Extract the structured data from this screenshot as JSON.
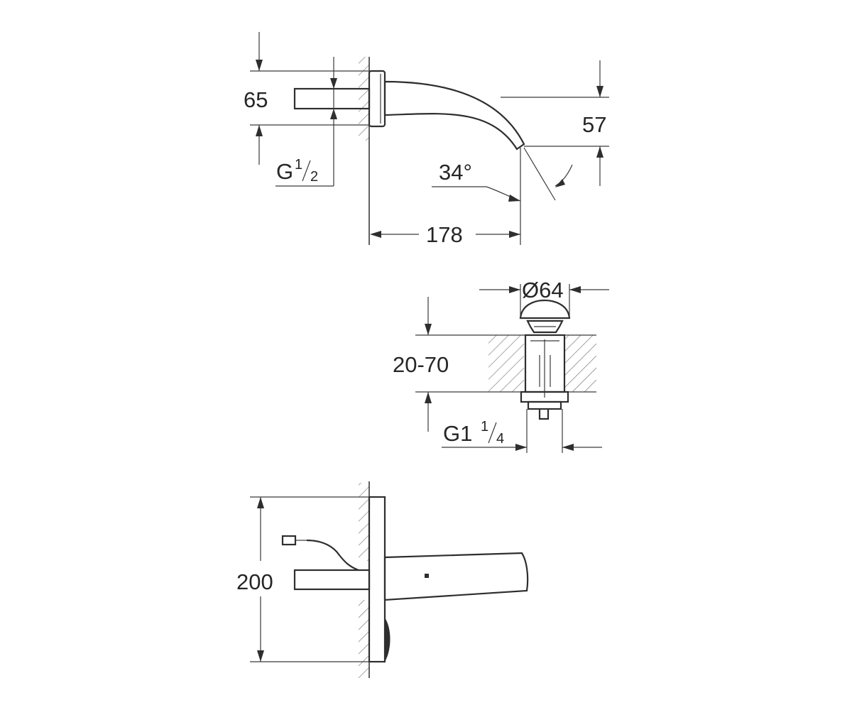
{
  "views": {
    "spout_side": {
      "dim_height": "65",
      "dim_spout_height": "57",
      "thread_main": "G",
      "thread_num": "1",
      "thread_den": "2",
      "angle": "34°",
      "dim_projection": "178"
    },
    "waste_valve": {
      "dim_diameter": "Ø64",
      "dim_thickness": "20-70",
      "thread_main": "G1",
      "thread_num": "1",
      "thread_den": "4"
    },
    "spout_top": {
      "dim_height": "200"
    }
  },
  "colors": {
    "line": "#3a3a3a",
    "text": "#262626",
    "hatch": "#6a6a6a"
  }
}
